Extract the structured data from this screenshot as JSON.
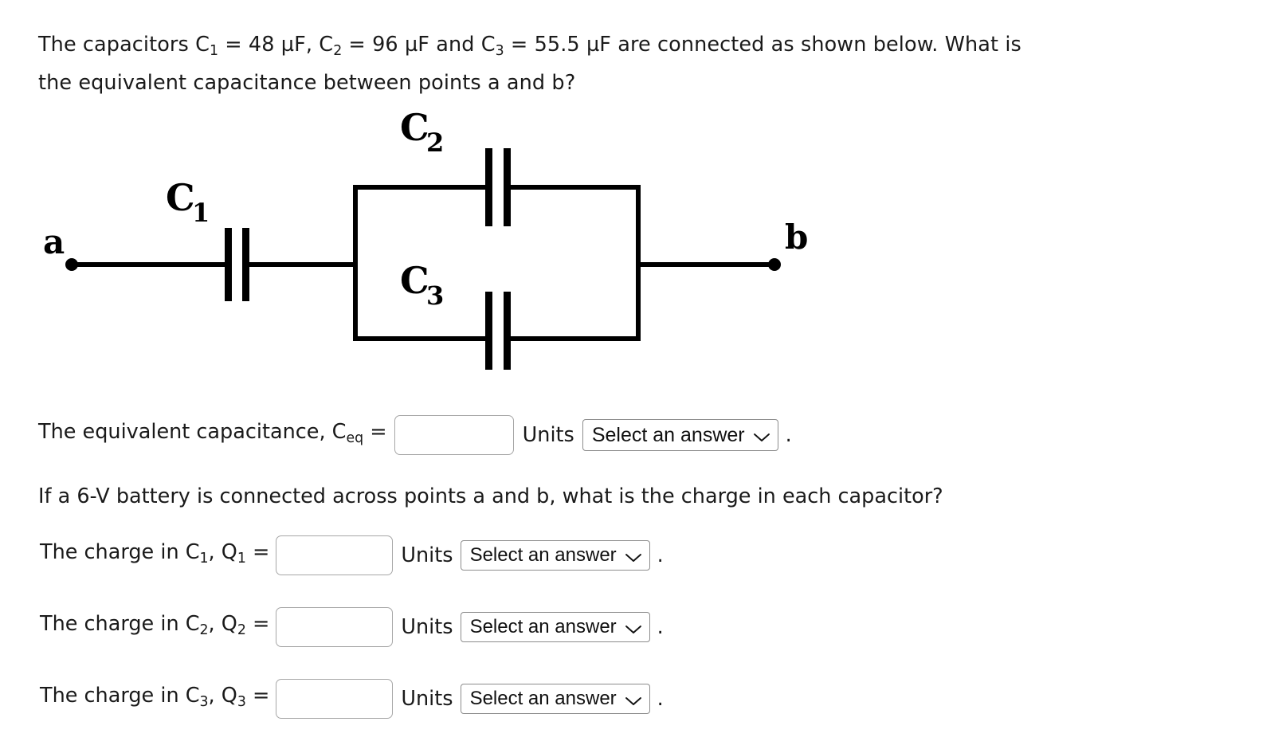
{
  "problem": {
    "statement_line1": "The capacitors C₁ = 48 µF, C₂ = 96 µF and C₃ = 55.5 µF are connected as shown below. What is the",
    "statement_line2": "equivalent capacitance between points a and b?",
    "capacitors": [
      {
        "name": "C1",
        "label": "C",
        "index": "1",
        "value": 48,
        "unit": "µF",
        "value_text": "48 µF"
      },
      {
        "name": "C2",
        "label": "C",
        "index": "2",
        "value": 96,
        "unit": "µF",
        "value_text": "96 µF"
      },
      {
        "name": "C3",
        "label": "C",
        "index": "3",
        "value": 55.5,
        "unit": "µF",
        "value_text": "55.5 µF"
      }
    ],
    "battery_voltage_text": "6-V"
  },
  "circuit": {
    "terminal_a_label": "a",
    "terminal_b_label": "b",
    "c1_label": "C",
    "c1_sub": "1",
    "c2_label": "C",
    "c2_sub": "2",
    "c3_label": "C",
    "c3_sub": "3",
    "stroke_color": "#000000",
    "description": "C1 in series with parallel combination of C2 and C3, between terminals a and b"
  },
  "equivalent_row": {
    "label_prefix": "The equivalent capacitance, C",
    "label_sub": "eq",
    "label_equals": "=",
    "input_value": "",
    "input_placeholder": "",
    "units_label": "Units",
    "select_value": "Select an answer",
    "period": "."
  },
  "charge_question": "If a 6-V battery is connected across points a and b, what is the charge in each capacitor?",
  "charge_rows": [
    {
      "label_prefix": "The charge in C",
      "cap_sub": "1",
      "label_mid": ", Q",
      "q_sub": "1",
      "label_equals": "=",
      "input_value": "",
      "input_placeholder": "",
      "units_label": "Units",
      "select_value": "Select an answer",
      "period": "."
    },
    {
      "label_prefix": "The charge in C",
      "cap_sub": "2",
      "label_mid": ", Q",
      "q_sub": "2",
      "label_equals": "=",
      "input_value": "",
      "input_placeholder": "",
      "units_label": "Units",
      "select_value": "Select an answer",
      "period": "."
    },
    {
      "label_prefix": "The charge in C",
      "cap_sub": "3",
      "label_mid": ", Q",
      "q_sub": "3",
      "label_equals": "=",
      "input_value": "",
      "input_placeholder": "",
      "units_label": "Units",
      "select_value": "Select an answer",
      "period": "."
    }
  ]
}
